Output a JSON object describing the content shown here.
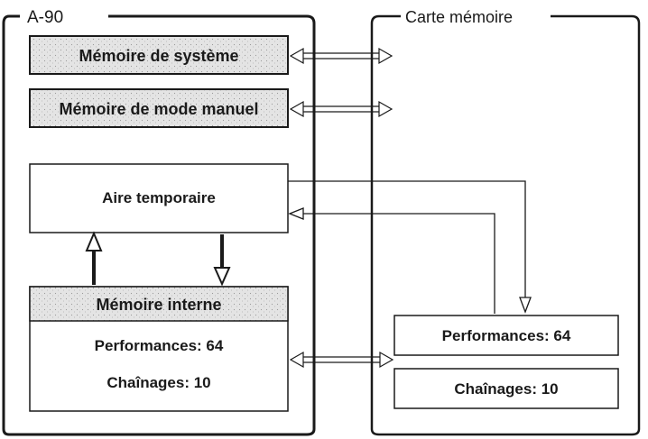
{
  "groups": {
    "a90": {
      "title": "A-90"
    },
    "card": {
      "title": "Carte mémoire"
    }
  },
  "a90_boxes": {
    "system_memory": "Mémoire de système",
    "manual_mode_memory": "Mémoire de mode manuel",
    "temp_area": "Aire temporaire",
    "internal_memory_header": "Mémoire interne",
    "internal_performances": "Performances: 64",
    "internal_chains": "Chaînages: 10"
  },
  "card_boxes": {
    "performances": "Performances: 64",
    "chains": "Chaînages: 10"
  },
  "colors": {
    "ink": "#1a1a1a",
    "shaded_fill": "#e6e6e6",
    "background": "#ffffff"
  }
}
